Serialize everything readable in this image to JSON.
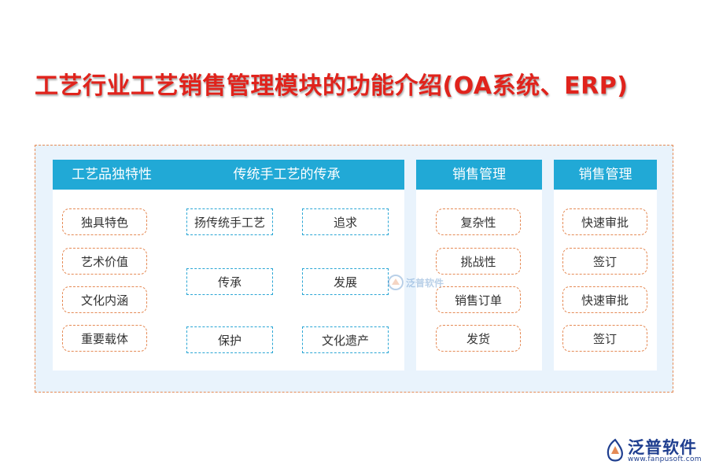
{
  "title": "工艺行业工艺销售管理模块的功能介绍(OA系统、ERP)",
  "columns": [
    {
      "header": "工艺品独特性",
      "items": [
        "独具特色",
        "艺术价值",
        "文化内涵",
        "重要载体"
      ]
    },
    {
      "header": "传统手工艺的传承",
      "items": [
        "扬传统手工艺",
        "追求",
        "传承",
        "发展",
        "保护",
        "文化遗产"
      ]
    },
    {
      "header": "销售管理",
      "items": [
        "复杂性",
        "挑战性",
        "销售订单",
        "发货"
      ]
    },
    {
      "header": "销售管理",
      "items": [
        "快速审批",
        "签订",
        "快速审批",
        "签订"
      ]
    }
  ],
  "watermark": {
    "text": "泛普软件"
  },
  "logo": {
    "text": "泛普软件",
    "url": "www.fanpusoft.com"
  },
  "colors": {
    "title": "#e0231c",
    "header_bg": "#21a9d6",
    "frame_bg": "#e9f3fc",
    "pill_border": "#e58a55",
    "rect_border": "#2aa6d5"
  }
}
